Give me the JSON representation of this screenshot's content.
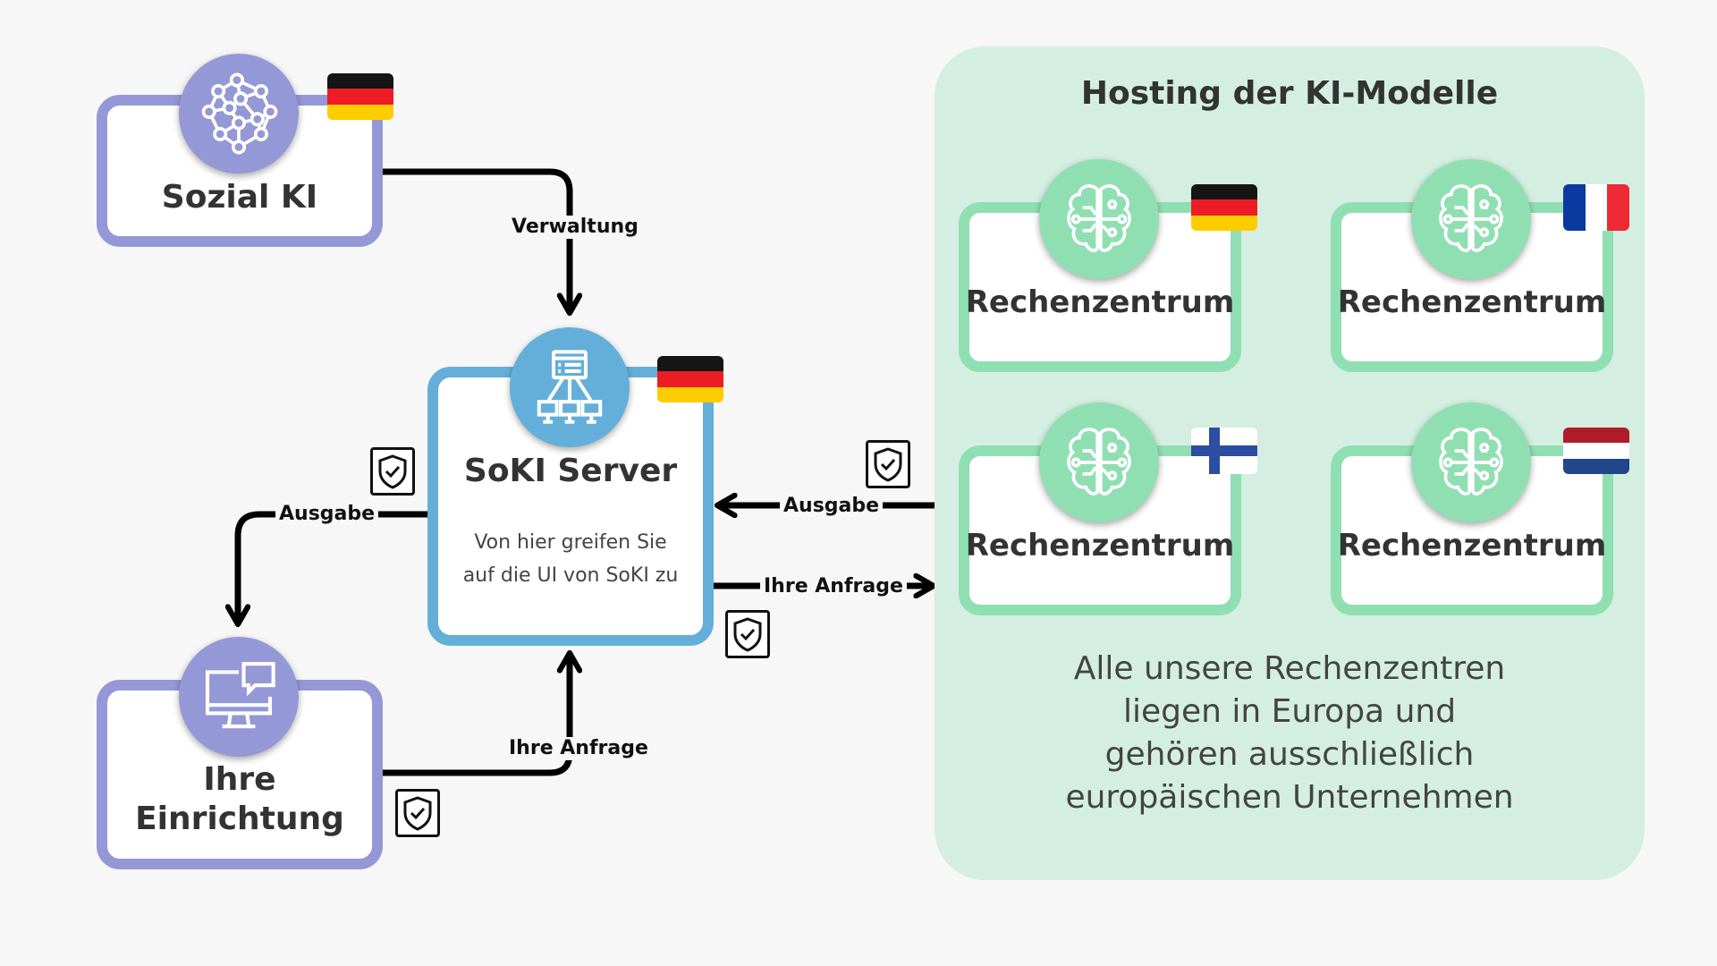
{
  "nodes": {
    "sozial_ki": {
      "title": "Sozial KI",
      "icon": "neural-network-icon",
      "flag": "germany"
    },
    "soki_server": {
      "title": "SoKI Server",
      "description_line1": "Von hier greifen Sie",
      "description_line2": "auf die UI von SoKI zu",
      "icon": "server-network-icon",
      "flag": "germany"
    },
    "ihre_einrichtung": {
      "title_line1": "Ihre",
      "title_line2": "Einrichtung",
      "icon": "computer-chat-icon"
    }
  },
  "connections": {
    "verwaltung": "Verwaltung",
    "ausgabe_left": "Ausgabe",
    "ihre_anfrage_bottom": "Ihre Anfrage",
    "ausgabe_right": "Ausgabe",
    "ihre_anfrage_right": "Ihre Anfrage"
  },
  "hosting": {
    "title": "Hosting der KI-Modelle",
    "datacenters": [
      {
        "label": "Rechenzentrum",
        "flag": "germany"
      },
      {
        "label": "Rechenzentrum",
        "flag": "france"
      },
      {
        "label": "Rechenzentrum",
        "flag": "finland"
      },
      {
        "label": "Rechenzentrum",
        "flag": "netherlands"
      }
    ],
    "note_lines": [
      "Alle unsere Rechenzentren",
      "liegen in Europa und",
      "gehören ausschließlich",
      "europäischen Unternehmen"
    ]
  },
  "colors": {
    "purple": "#9598d6",
    "blue": "#63afd9",
    "green": "#90dfb2",
    "green_bg": "#d4efe1",
    "background": "#f7f7f7"
  }
}
